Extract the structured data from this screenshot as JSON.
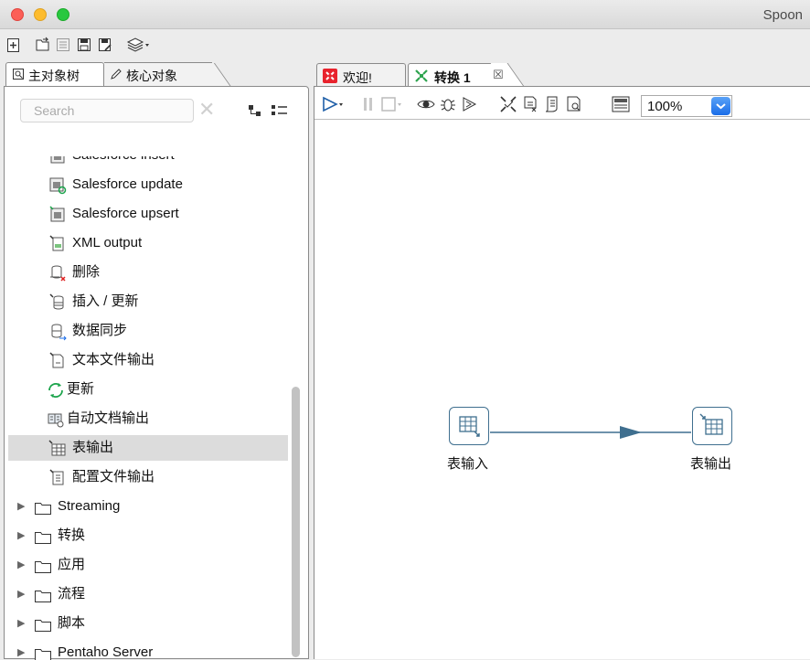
{
  "window": {
    "title": "Spoon",
    "colors": {
      "close": "#fc5f57",
      "minimize": "#fdbc2e",
      "maximize": "#28c840"
    }
  },
  "main_toolbar": {
    "icons": [
      "new-file-icon",
      "open-file-icon",
      "explore-repository-icon",
      "save-icon",
      "save-as-icon",
      "perspective-icon"
    ]
  },
  "left_panel": {
    "tabs": [
      {
        "label": "主对象树",
        "icon": "tree-icon"
      },
      {
        "label": "核心对象",
        "icon": "pencil-icon"
      }
    ],
    "search": {
      "placeholder": "Search"
    },
    "tree_items": [
      {
        "label": "Salesforce insert",
        "icon": "salesforce-insert-icon",
        "type": "step"
      },
      {
        "label": "Salesforce update",
        "icon": "salesforce-update-icon",
        "type": "step"
      },
      {
        "label": "Salesforce upsert",
        "icon": "salesforce-upsert-icon",
        "type": "step"
      },
      {
        "label": "XML output",
        "icon": "xml-output-icon",
        "type": "step"
      },
      {
        "label": "删除",
        "icon": "delete-step-icon",
        "type": "step"
      },
      {
        "label": "插入 / 更新",
        "icon": "insert-update-icon",
        "type": "step"
      },
      {
        "label": "数据同步",
        "icon": "data-sync-icon",
        "type": "step"
      },
      {
        "label": "文本文件输出",
        "icon": "text-file-output-icon",
        "type": "step"
      },
      {
        "label": "更新",
        "icon": "update-icon",
        "type": "step"
      },
      {
        "label": "自动文档输出",
        "icon": "auto-doc-output-icon",
        "type": "step"
      },
      {
        "label": "表输出",
        "icon": "table-output-icon",
        "type": "step",
        "selected": true
      },
      {
        "label": "配置文件输出",
        "icon": "properties-output-icon",
        "type": "step"
      },
      {
        "label": "Streaming",
        "icon": "folder-icon",
        "type": "folder"
      },
      {
        "label": "转换",
        "icon": "folder-icon",
        "type": "folder"
      },
      {
        "label": "应用",
        "icon": "folder-icon",
        "type": "folder"
      },
      {
        "label": "流程",
        "icon": "folder-icon",
        "type": "folder"
      },
      {
        "label": "脚本",
        "icon": "folder-icon",
        "type": "folder"
      },
      {
        "label": "Pentaho Server",
        "icon": "folder-icon",
        "type": "folder"
      }
    ]
  },
  "right_panel": {
    "tabs": [
      {
        "label": "欢迎!",
        "icon": "welcome-icon",
        "active": false
      },
      {
        "label": "转换 1",
        "icon": "transformation-icon",
        "active": true,
        "close": "☒"
      }
    ],
    "toolbar": {
      "zoom": "100%"
    },
    "steps": [
      {
        "label": "表输入",
        "icon": "table-input-icon"
      },
      {
        "label": "表输出",
        "icon": "table-output-icon"
      }
    ],
    "hop_color": "#3f6f8f"
  }
}
